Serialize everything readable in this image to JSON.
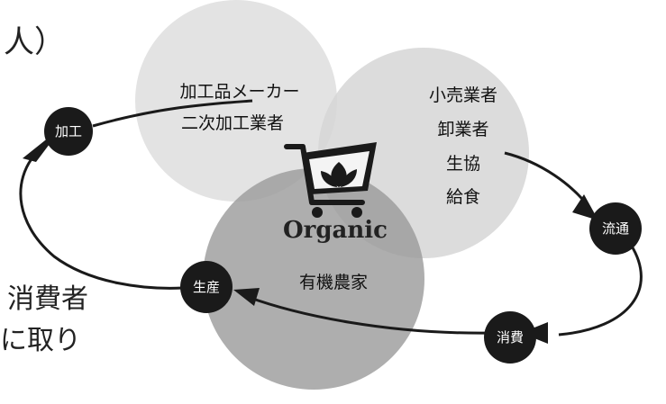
{
  "circles": {
    "processors": {
      "line1": "加工品メーカー",
      "line2": "二次加工業者"
    },
    "distributors": {
      "line1": "小売業者",
      "line2": "卸業者",
      "line3": "生協",
      "line4": "給食"
    },
    "farmers": {
      "line1": "有機農家"
    }
  },
  "logo": {
    "label": "Organic"
  },
  "stages": {
    "processing": "加工",
    "distribution": "流通",
    "consumption": "消費",
    "production": "生産"
  },
  "handwritten": {
    "top_left": "人）",
    "left_line1": "消費者",
    "left_line2": "に取り"
  }
}
